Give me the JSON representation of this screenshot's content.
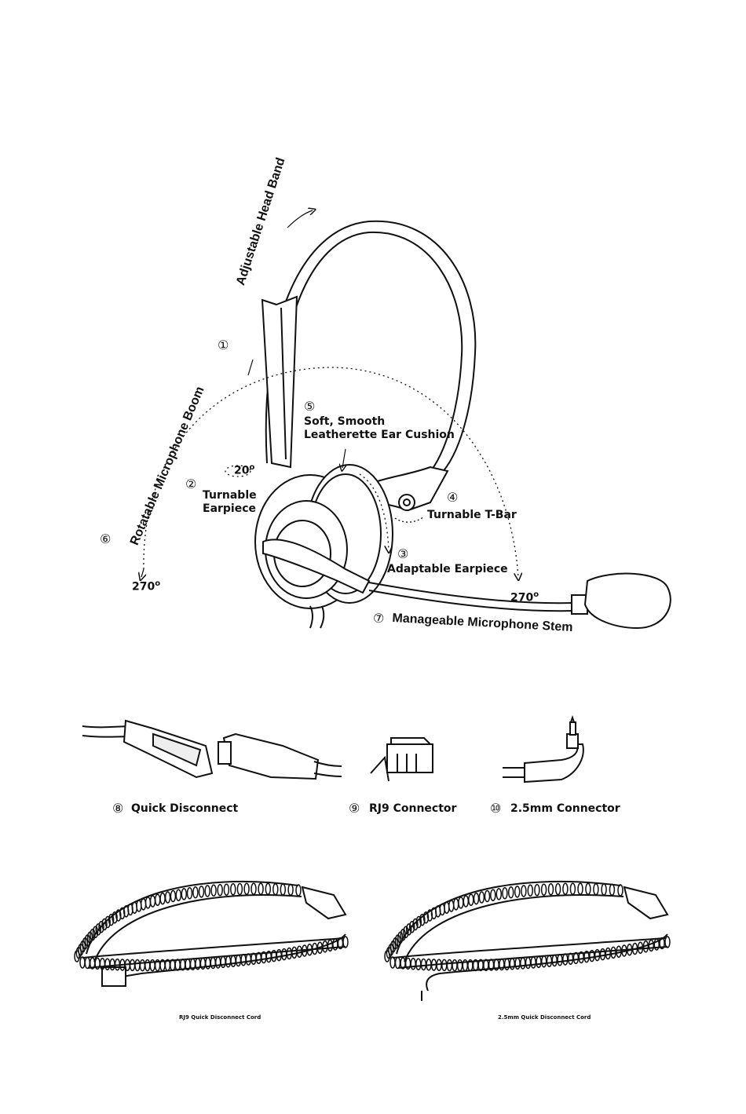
{
  "callouts": {
    "c1": {
      "num": "①",
      "label": "Adjustable Head Band"
    },
    "c2": {
      "num": "②",
      "line1": "Turnable",
      "line2": "Earpiece",
      "angle": "20",
      "angle_sup": "o"
    },
    "c3": {
      "num": "③",
      "label": "Adaptable Earpiece"
    },
    "c4": {
      "num": "④",
      "label": "Turnable T-Bar"
    },
    "c5": {
      "num": "⑤",
      "line1": "Soft, Smooth",
      "line2": "Leatherette Ear Cushion"
    },
    "c6": {
      "num": "⑥",
      "label": "Rotatable Microphone Boom",
      "angle_left": "270",
      "angle_right": "270",
      "angle_sup": "o"
    },
    "c7": {
      "num": "⑦",
      "label": "Manageable Microphone Stem"
    }
  },
  "connectors": {
    "c8": {
      "num": "⑧",
      "label": "Quick Disconnect"
    },
    "c9": {
      "num": "⑨",
      "label": "RJ9 Connector"
    },
    "c10": {
      "num": "⑩",
      "label": "2.5mm Connector"
    }
  },
  "cords": {
    "left_caption": "RJ9 Quick Disconnect Cord",
    "right_caption": "2.5mm Quick Disconnect Cord"
  }
}
